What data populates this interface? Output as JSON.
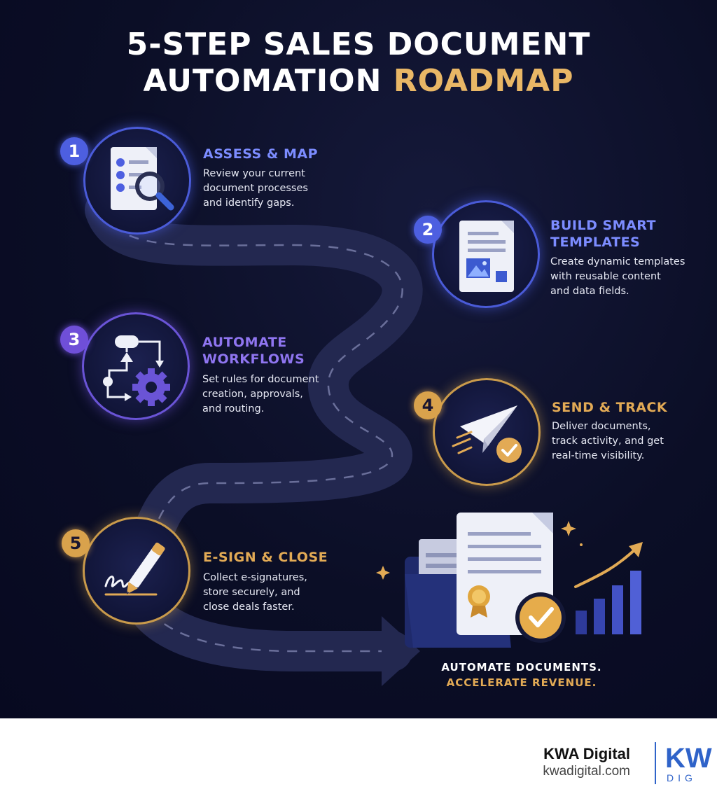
{
  "title": {
    "line1": "5-STEP SALES DOCUMENT",
    "line2_part1": "AUTOMATION ",
    "line2_highlight": "ROADMAP"
  },
  "steps": [
    {
      "number": "1",
      "title_line1": "ASSESS & MAP",
      "title_line2": "",
      "description": "Review your current\ndocument processes\nand identify gaps.",
      "icon": "document-magnifier-icon",
      "accent": "#4a5bd8"
    },
    {
      "number": "2",
      "title_line1": "BUILD SMART",
      "title_line2": "TEMPLATES",
      "description": "Create dynamic templates\nwith reusable content\nand data fields.",
      "icon": "template-document-icon",
      "accent": "#4a5bd8"
    },
    {
      "number": "3",
      "title_line1": "AUTOMATE",
      "title_line2": "WORKFLOWS",
      "description": "Set rules for document\ncreation, approvals,\nand routing.",
      "icon": "workflow-gear-icon",
      "accent": "#6a54d6"
    },
    {
      "number": "4",
      "title_line1": "SEND & TRACK",
      "title_line2": "",
      "description": "Deliver documents,\ntrack activity, and get\nreal-time visibility.",
      "icon": "paper-plane-icon",
      "accent": "#c99a4b"
    },
    {
      "number": "5",
      "title_line1": "E-SIGN & CLOSE",
      "title_line2": "",
      "description": "Collect e-signatures,\nstore securely, and\nclose deals faster.",
      "icon": "signature-pen-icon",
      "accent": "#c99a4b"
    }
  ],
  "tagline": {
    "line1": "AUTOMATE DOCUMENTS.",
    "line2": "ACCELERATE REVENUE."
  },
  "colors": {
    "background": "#0b0e26",
    "gold": "#e2aa55",
    "blue": "#4a5bd8",
    "purple": "#6a54d6",
    "road": "#262b55"
  },
  "footer": {
    "brand_name": "KWA Digital",
    "brand_url": "kwadigital.com",
    "logo_letters": "KW",
    "logo_sub": "DIG"
  }
}
